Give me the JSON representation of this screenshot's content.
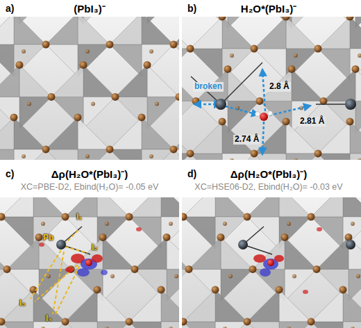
{
  "diagram": {
    "labels": [
      "a)",
      "(PbI₃)⁻",
      "b)",
      "H₂O*(PbI₃)⁻",
      "broken",
      "2.8 Å",
      "2.81 Å",
      "2.74 Å",
      "c)",
      "Δρ(H₂O*(PbI₃)⁻)",
      "XC=PBE-D2, Ebind(H₂O)= -0.05 eV",
      "d)",
      "Δρ(H₂O*(PbI₃)⁻)",
      "XC=HSE06-D2, Ebind(H₂O)= -0.03 eV",
      "Pb",
      "I₁",
      "I₂",
      "I₃",
      "I₄"
    ]
  }
}
